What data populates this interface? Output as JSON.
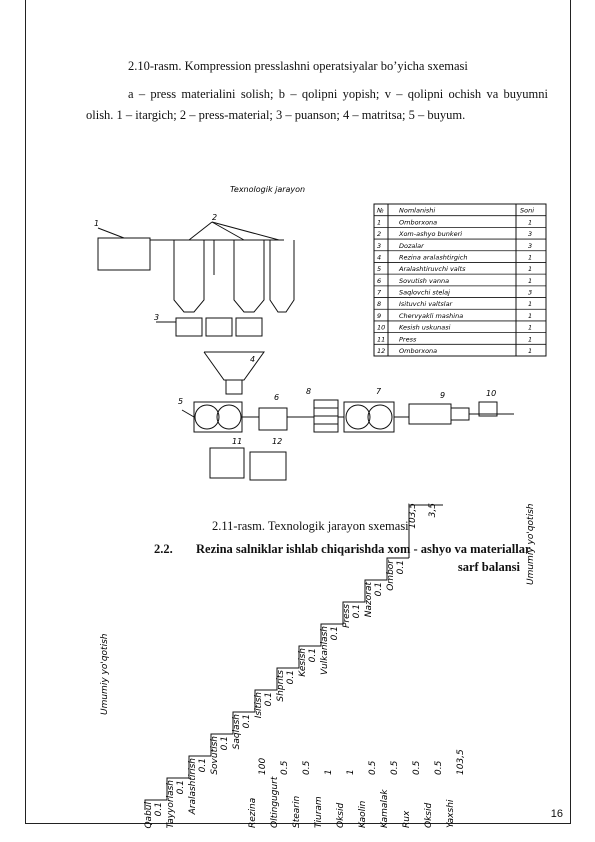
{
  "caption_top": "2.10-rasm. Kompression presslashni operatsiyalar bo’yicha sxemasi",
  "paragraph": "a – press materialini solish; b – qolipni yopish; v – qolipni ochish va buyumni olish. 1 – itargich; 2 – press-material; 3 – puanson; 4 – matritsa; 5 – buyum.",
  "diagram": {
    "title": "Texnologik jarayon",
    "table": {
      "headers": [
        "№",
        "Nomlanishi",
        "Soni"
      ],
      "rows": [
        [
          "1",
          "Omborxona",
          "1"
        ],
        [
          "2",
          "Xom-ashyo bunkeri",
          "3"
        ],
        [
          "3",
          "Dozalar",
          "3"
        ],
        [
          "4",
          "Rezina aralashtirgich",
          "1"
        ],
        [
          "5",
          "Aralashtiruvchi valts",
          "1"
        ],
        [
          "6",
          "Sovutish vanna",
          "1"
        ],
        [
          "7",
          "Saqlovchi stelaj",
          "3"
        ],
        [
          "8",
          "Isituvchi valtslar",
          "1"
        ],
        [
          "9",
          "Chervyakli mashina",
          "1"
        ],
        [
          "10",
          "Kesish uskunasi",
          "1"
        ],
        [
          "11",
          "Press",
          "1"
        ],
        [
          "12",
          "Omborxona",
          "1"
        ]
      ]
    },
    "labels": [
      "1",
      "2",
      "3",
      "4",
      "5",
      "6",
      "8",
      "7",
      "9",
      "10",
      "11",
      "12"
    ]
  },
  "caption_fig": "2.11-rasm. Texnologik jarayon sxemasi",
  "heading_num": "2.2.",
  "heading_line1": "Rezina salniklar ishlab chiqarishda xom - ashyo va materiallar",
  "heading_line2": "sarf balansi",
  "balance_chart": {
    "left_label": "Umumiy yo'qotish",
    "right_label": "Umumiy yo'qotish",
    "bottom_entries": [
      "Rezina",
      "Oltingugurt",
      "Stearin",
      "Tiuram",
      "Oksid",
      "Kaolin",
      "Kamalak",
      "Rux",
      "Oksid",
      "Yaxshi"
    ],
    "bottom_values": [
      "100",
      "0.5",
      "0.5",
      "1",
      "1",
      "0.5",
      "0.5",
      "0.5",
      "0.5",
      "103,5"
    ],
    "step_labels": [
      "Qabul",
      "Tayyorlash",
      "Aralashtirish",
      "Sovutish",
      "Saqlash",
      "Isitish",
      "Shprits",
      "Kesish",
      "Vulkanlash",
      "Press",
      "Nazorat",
      "Ombor"
    ],
    "step_values": [
      "0.1",
      "0.1",
      "0.1",
      "0.1",
      "0.1",
      "0.1",
      "0.1",
      "0.1",
      "0.1",
      "0.1",
      "0.1",
      "0.1"
    ],
    "top_values": [
      "103,5",
      "3,5"
    ]
  },
  "page_number": "16"
}
